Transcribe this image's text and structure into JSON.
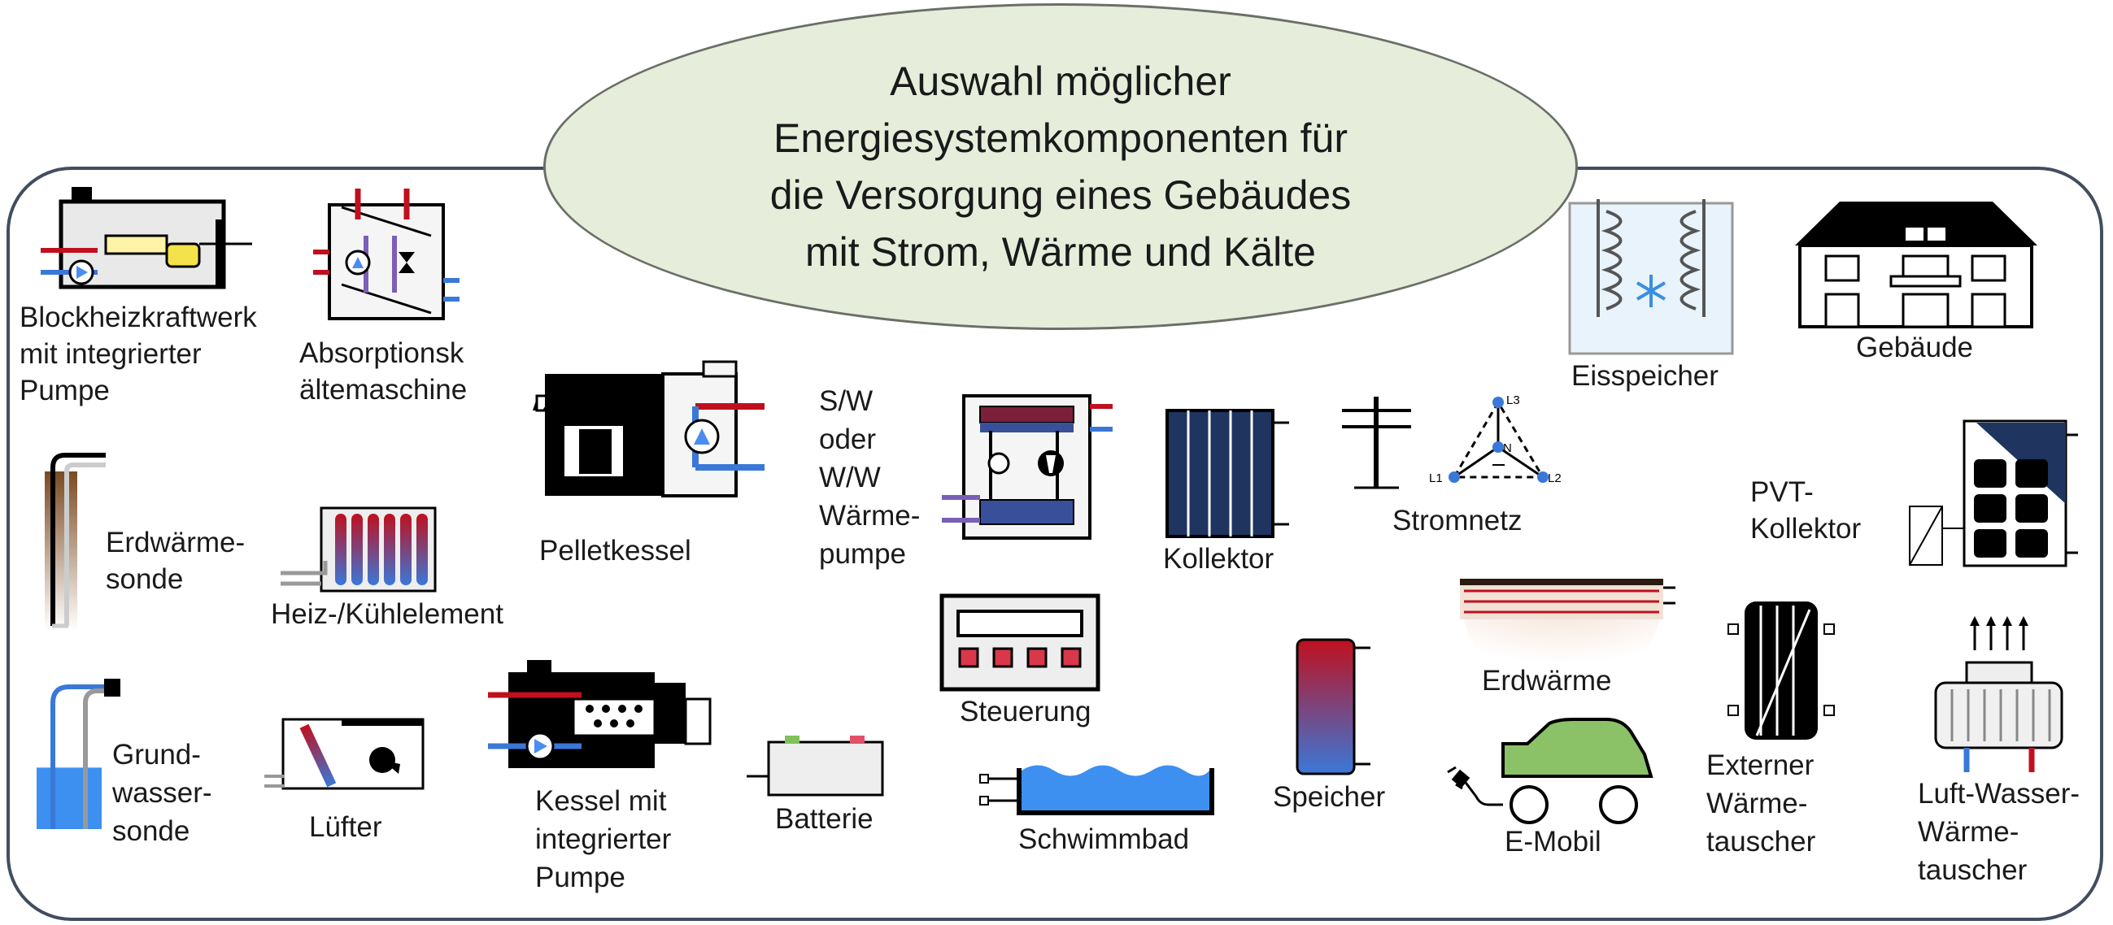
{
  "title": [
    "Auswahl möglicher",
    "Energiesystemkomponenten für",
    "die Versorgung eines Gebäudes",
    "mit Strom, Wärme und Kälte"
  ],
  "components": {
    "bhkw": [
      "Blockheizkraftwerk",
      "mit integrierter",
      "Pumpe"
    ],
    "absorption": [
      "Absorptionsk",
      "ältemaschine"
    ],
    "pelletkessel": [
      "Pelletkessel"
    ],
    "waermepumpe": [
      "S/W",
      "oder",
      "W/W",
      "Wärme-",
      "pumpe"
    ],
    "kollektor": [
      "Kollektor"
    ],
    "stromnetz": [
      "Stromnetz"
    ],
    "eisspeicher": [
      "Eisspeicher"
    ],
    "gebaeude": [
      "Gebäude"
    ],
    "erdwaermesonde": [
      "Erdwärme-",
      "sonde"
    ],
    "heizelement": [
      "Heiz-/Kühlelement"
    ],
    "pvt": [
      "PVT-",
      "Kollektor"
    ],
    "steuerung": [
      "Steuerung"
    ],
    "erdwaerme": [
      "Erdwärme"
    ],
    "grundwassersonde": [
      "Grund-",
      "wasser-",
      "sonde"
    ],
    "luefter": [
      "Lüfter"
    ],
    "kessel": [
      "Kessel mit",
      "integrierter",
      "Pumpe"
    ],
    "batterie": [
      "Batterie"
    ],
    "schwimmbad": [
      "Schwimmbad"
    ],
    "speicher": [
      "Speicher"
    ],
    "emobil": [
      "E-Mobil"
    ],
    "externer_waermetauscher": [
      "Externer",
      "Wärme-",
      "tauscher"
    ],
    "luft_wasser": [
      "Luft-Wasser-",
      "Wärme-",
      "tauscher"
    ]
  },
  "grid_labels": {
    "l1": "L1",
    "l2": "L2",
    "l3": "L3",
    "n": "N"
  },
  "colors": {
    "hot": "#c0101e",
    "cold": "#3a78d8",
    "frame": "#434d5f",
    "ellipse": "#e6eedb",
    "panel": "#1f3560",
    "car": "#8cc267",
    "soil": "#7a4a22",
    "water": "#3d8ff0",
    "pump": "#4a8df0"
  }
}
